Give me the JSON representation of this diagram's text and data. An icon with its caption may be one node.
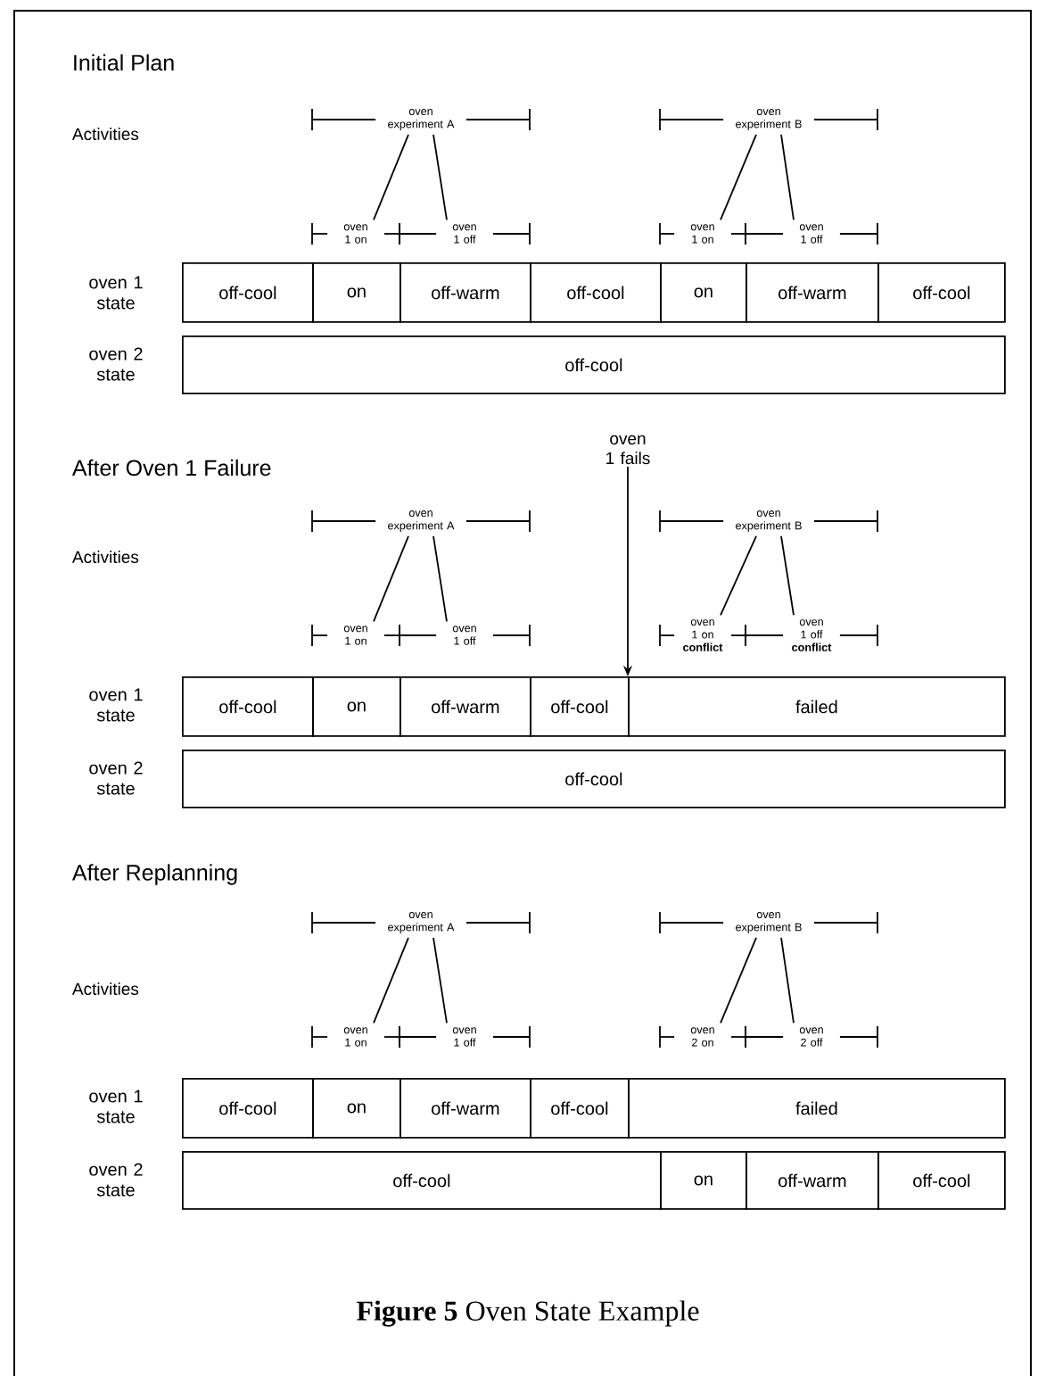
{
  "diagram": {
    "caption": "**Figure 5** Oven State Example",
    "nodes": [
      {
        "text": [
          "oven experiment A"
        ]
      },
      {
        "text": [
          "oven experiment B"
        ]
      },
      {
        "text": [
          "oven 1 on"
        ]
      },
      {
        "text": [
          "oven 1 off"
        ]
      },
      {
        "text": [
          "oven 1 on"
        ]
      },
      {
        "text": [
          "oven 1 off"
        ]
      },
      {
        "text": [
          "off-cool"
        ]
      },
      {
        "text": [
          "on"
        ]
      },
      {
        "text": [
          "off-warm"
        ]
      },
      {
        "text": [
          "off-cool"
        ]
      },
      {
        "text": [
          "on"
        ]
      },
      {
        "text": [
          "off-warm"
        ]
      },
      {
        "text": [
          "off-cool"
        ]
      },
      {
        "text": [
          "off-cool"
        ]
      },
      {
        "text": [
          "oven 1 fails"
        ]
      },
      {
        "text": [
          "oven experiment A"
        ]
      },
      {
        "text": [
          "oven experiment B"
        ]
      },
      {
        "text": [
          "oven 1 on"
        ]
      },
      {
        "text": [
          "oven 1 off"
        ]
      },
      {
        "text": [
          "oven 1 on **conflict**"
        ]
      },
      {
        "text": [
          "oven 1 off **conflict**"
        ]
      },
      {
        "text": [
          "off-cool"
        ]
      },
      {
        "text": [
          "on"
        ]
      },
      {
        "text": [
          "off-warm"
        ]
      },
      {
        "text": [
          "off-cool"
        ]
      },
      {
        "text": [
          "failed"
        ]
      },
      {
        "text": [
          "off-cool"
        ]
      },
      {
        "text": [
          "oven experiment A"
        ]
      },
      {
        "text": [
          "oven experiment B"
        ]
      },
      {
        "text": [
          "oven 1 on"
        ]
      },
      {
        "text": [
          "oven 1 off"
        ]
      },
      {
        "text": [
          "oven 2 on"
        ]
      },
      {
        "text": [
          "oven 2 off"
        ]
      },
      {
        "text": [
          "off-cool"
        ]
      },
      {
        "text": [
          "on"
        ]
      },
      {
        "text": [
          "off-warm"
        ]
      },
      {
        "text": [
          "off-cool"
        ]
      },
      {
        "text": [
          "failed"
        ]
      },
      {
        "text": [
          "off-cool"
        ]
      },
      {
        "text": [
          "on"
        ]
      },
      {
        "text": [
          "off-warm"
        ]
      },
      {
        "text": [
          "off-cool"
        ]
      }
    ],
    "edges": [
      {
        "from": 0,
        "to": 2,
        "arrow": "none"
      },
      {
        "from": 0,
        "to": 3,
        "arrow": "none"
      },
      {
        "from": 1,
        "to": 4,
        "arrow": "none"
      },
      {
        "from": 1,
        "to": 5,
        "arrow": "none"
      },
      {
        "from": 14,
        "to": 25,
        "arrow": "to"
      },
      {
        "from": 15,
        "to": 17,
        "arrow": "none"
      },
      {
        "from": 15,
        "to": 18,
        "arrow": "none"
      },
      {
        "from": 16,
        "to": 19,
        "arrow": "none"
      },
      {
        "from": 16,
        "to": 20,
        "arrow": "none"
      },
      {
        "from": 27,
        "to": 29,
        "arrow": "none"
      },
      {
        "from": 27,
        "to": 30,
        "arrow": "none"
      },
      {
        "from": 28,
        "to": 31,
        "arrow": "none"
      },
      {
        "from": 28,
        "to": 32,
        "arrow": "none"
      }
    ],
    "labels": [
      "Initial Plan",
      "Activities",
      "oven 1 state",
      "oven 2 state",
      "After Oven 1 Failure",
      "Activities",
      "oven 1 state",
      "oven 2 state",
      "After Replanning",
      "Activities",
      "oven 1 state",
      "oven 2 state"
    ]
  }
}
